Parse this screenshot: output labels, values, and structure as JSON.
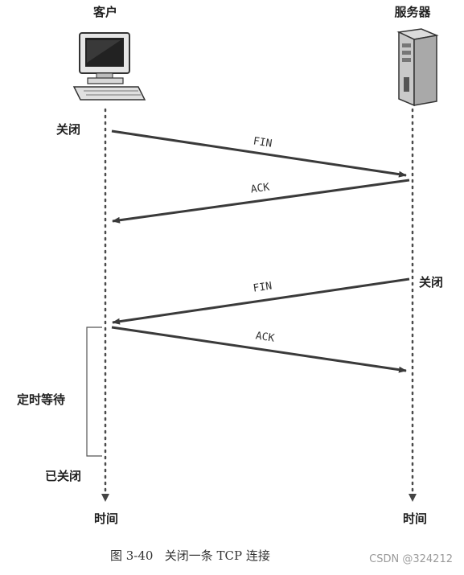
{
  "endpoints": {
    "client_label": "客户",
    "server_label": "服务器",
    "time_label_client": "时间",
    "time_label_server": "时间"
  },
  "events": {
    "client_close": "关闭",
    "server_close": "关闭",
    "time_wait": "定时等待",
    "client_closed": "已关闭"
  },
  "messages": [
    {
      "label": "FIN",
      "direction": "client-to-server"
    },
    {
      "label": "ACK",
      "direction": "server-to-client"
    },
    {
      "label": "FIN",
      "direction": "server-to-client"
    },
    {
      "label": "ACK",
      "direction": "client-to-server"
    }
  ],
  "caption": "图 3-40   关闭一条 TCP 连接",
  "watermark": "CSDN @324212",
  "colors": {
    "arrow": "#3a3a3a",
    "dotted_line": "#4a4a4a",
    "text": "#222222"
  },
  "icons": {
    "client": "desktop-computer-icon",
    "server": "server-tower-icon"
  }
}
